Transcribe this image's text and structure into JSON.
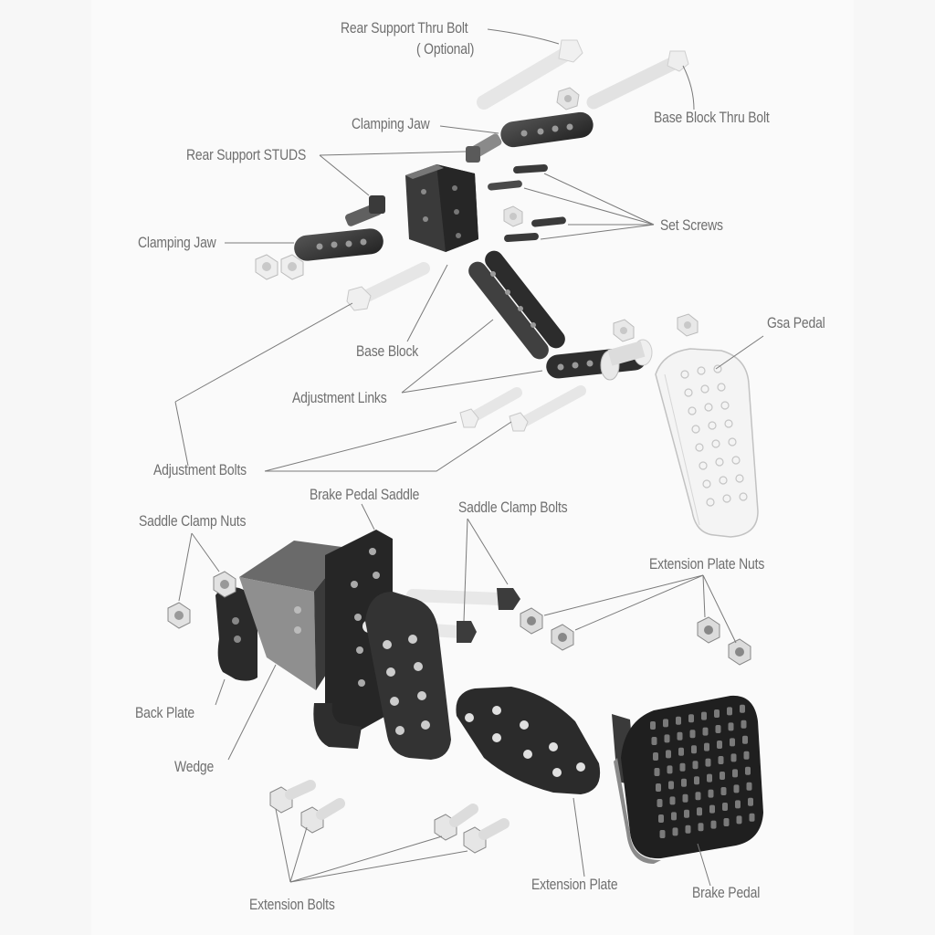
{
  "diagram": {
    "type": "exploded-assembly",
    "colors": {
      "background": "#f7f7f7",
      "label_text": "#6f6f6f",
      "leader_line": "#7a7a7a",
      "dark_part": "#2e2e2e",
      "light_part": "#e8e8e8"
    },
    "labels": {
      "rear_support_thru_bolt": "Rear Support Thru Bolt",
      "rear_support_thru_bolt_note": "( Optional)",
      "base_block_thru_bolt": "Base Block Thru Bolt",
      "clamping_jaw_top": "Clamping Jaw",
      "rear_support_studs": "Rear Support STUDS",
      "set_screws": "Set Screws",
      "clamping_jaw_left": "Clamping Jaw",
      "gas_pedal": "Gsa Pedal",
      "base_block": "Base Block",
      "adjustment_links": "Adjustment Links",
      "adjustment_bolts": "Adjustment Bolts",
      "brake_pedal_saddle": "Brake Pedal Saddle",
      "saddle_clamp_nuts": "Saddle Clamp Nuts",
      "saddle_clamp_bolts": "Saddle Clamp Bolts",
      "extension_plate_nuts": "Extension Plate Nuts",
      "back_plate": "Back Plate",
      "wedge": "Wedge",
      "extension_bolts": "Extension Bolts",
      "extension_plate": "Extension Plate",
      "brake_pedal": "Brake Pedal"
    }
  }
}
